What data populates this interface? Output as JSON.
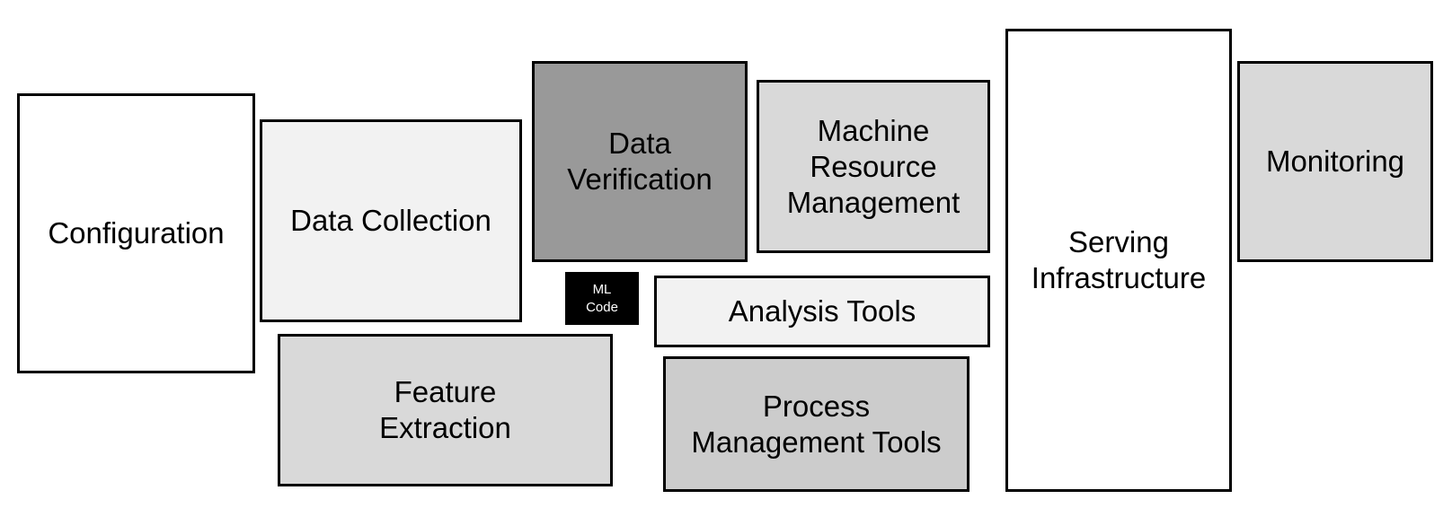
{
  "diagram": {
    "boxes": {
      "configuration": {
        "label": "Configuration",
        "fill": "#ffffff"
      },
      "data_collection": {
        "label": "Data Collection",
        "fill": "#f2f2f2"
      },
      "data_verification": {
        "label": "Data\nVerification",
        "fill": "#999999"
      },
      "machine_resource_management": {
        "label": "Machine\nResource\nManagement",
        "fill": "#d9d9d9"
      },
      "serving_infrastructure": {
        "label": "Serving\nInfrastructure",
        "fill": "#ffffff"
      },
      "monitoring": {
        "label": "Monitoring",
        "fill": "#d9d9d9"
      },
      "ml_code": {
        "label": "ML\nCode",
        "fill": "#000000"
      },
      "analysis_tools": {
        "label": "Analysis Tools",
        "fill": "#f2f2f2"
      },
      "feature_extraction": {
        "label": "Feature\nExtraction",
        "fill": "#d9d9d9"
      },
      "process_management_tools": {
        "label": "Process\nManagement Tools",
        "fill": "#cccccc"
      }
    }
  }
}
